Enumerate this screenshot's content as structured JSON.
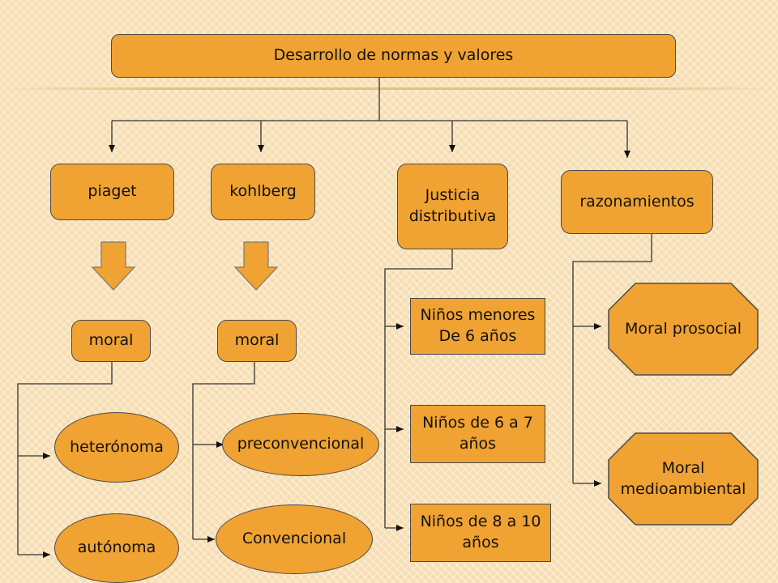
{
  "root": {
    "label": "Desarrollo de normas y valores"
  },
  "branches": {
    "piaget": "piaget",
    "kohlberg": "kohlberg",
    "justicia": "Justicia\ndistributiva",
    "razonamientos": "razonamientos"
  },
  "piaget_moral": {
    "label": "moral",
    "items": [
      "heterónoma",
      "autónoma"
    ]
  },
  "kohlberg_moral": {
    "label": "moral",
    "items": [
      "preconvencional",
      "Convencional"
    ]
  },
  "justicia_items": [
    "Niños menores\nDe 6 años",
    "Niños de 6 a 7\naños",
    "Niños de 8 a 10\naños"
  ],
  "razonamientos_items": [
    "Moral prosocial",
    "Moral\nmedioambiental"
  ],
  "colors": {
    "node_fill": "#f0a232",
    "border": "#4a4a4a",
    "arrow_fill": "#f0a232",
    "background": "#f6dcae"
  }
}
